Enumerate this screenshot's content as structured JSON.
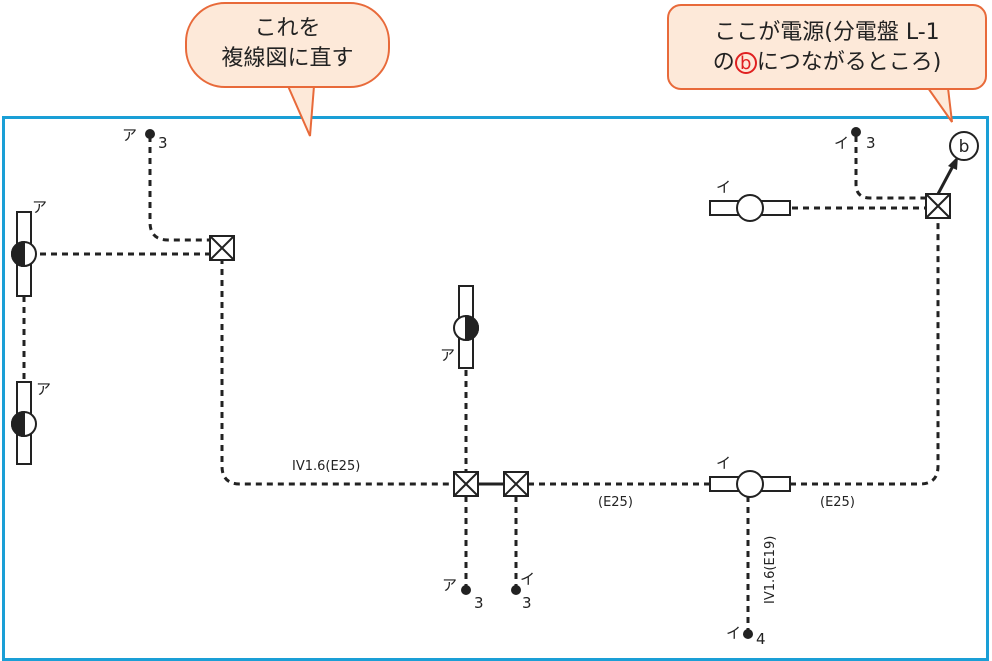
{
  "callouts": {
    "convert": {
      "line1": "これを",
      "line2": "複線図に直す"
    },
    "power_source": {
      "line1": "ここが電源(分電盤 L-1",
      "line2_prefix": "の",
      "line2_mark": "ⓑ",
      "line2_suffix": "につながるところ)"
    }
  },
  "diagram": {
    "source_mark": "b",
    "labels": {
      "a": "ア",
      "i": "イ",
      "n3": "3",
      "n4": "4",
      "cable_iv16_e25": "IV1.6(E25)",
      "cable_e25_mid": "(E25)",
      "cable_e25_right": "(E25)",
      "cable_iv16_e19": "IV1.6(E19)"
    }
  },
  "colors": {
    "frame": "#1a9fd6",
    "callout_fill": "#fde9d9",
    "callout_border": "#e86a3a",
    "mark_red": "#e02020",
    "line": "#222222"
  }
}
